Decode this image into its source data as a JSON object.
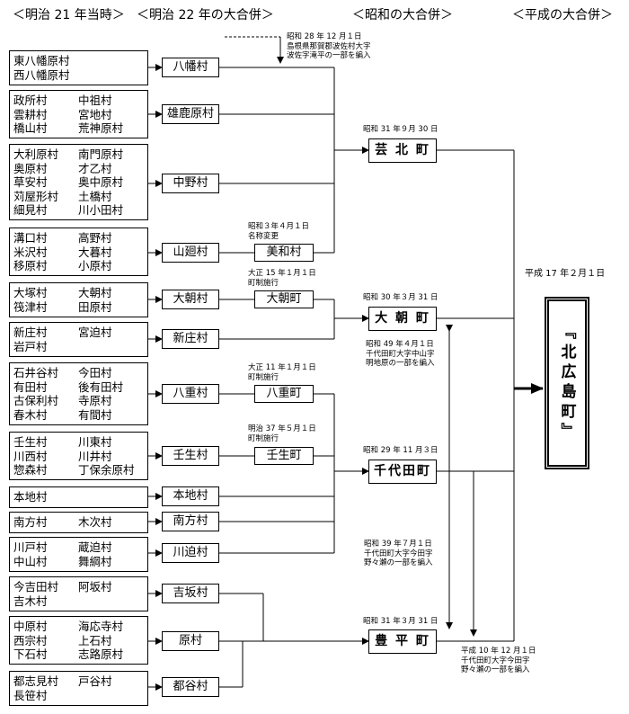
{
  "headers": {
    "meiji21": "＜明治 21 年当時＞",
    "meiji22": "＜明治 22 年の大合併＞",
    "showa": "＜昭和の大合併＞",
    "heisei": "＜平成の大合併＞"
  },
  "groups": [
    {
      "rows": [
        [
          "東八幡原村",
          ""
        ],
        [
          "西八幡原村",
          ""
        ]
      ]
    },
    {
      "rows": [
        [
          "政所村",
          "中祖村"
        ],
        [
          "雲耕村",
          "宮地村"
        ],
        [
          "橋山村",
          "荒神原村"
        ]
      ]
    },
    {
      "rows": [
        [
          "大利原村",
          "南門原村"
        ],
        [
          "奥原村",
          "才乙村"
        ],
        [
          "草安村",
          "奥中原村"
        ],
        [
          "苅屋形村",
          "土橋村"
        ],
        [
          "細見村",
          "川小田村"
        ]
      ]
    },
    {
      "rows": [
        [
          "溝口村",
          "高野村"
        ],
        [
          "米沢村",
          "大暮村"
        ],
        [
          "移原村",
          "小原村"
        ]
      ]
    },
    {
      "rows": [
        [
          "大塚村",
          "大朝村"
        ],
        [
          "筏津村",
          "田原村"
        ]
      ]
    },
    {
      "rows": [
        [
          "新庄村",
          "宮迫村"
        ],
        [
          "岩戸村",
          ""
        ]
      ]
    },
    {
      "rows": [
        [
          "石井谷村",
          "今田村"
        ],
        [
          "有田村",
          "後有田村"
        ],
        [
          "古保利村",
          "寺原村"
        ],
        [
          "春木村",
          "有間村"
        ]
      ]
    },
    {
      "rows": [
        [
          "壬生村",
          "川東村"
        ],
        [
          "川西村",
          "川井村"
        ],
        [
          "惣森村",
          "丁保余原村"
        ]
      ]
    },
    {
      "rows": [
        [
          "本地村",
          ""
        ]
      ]
    },
    {
      "rows": [
        [
          "南方村",
          "木次村"
        ]
      ]
    },
    {
      "rows": [
        [
          "川戸村",
          "蔵迫村"
        ],
        [
          "中山村",
          "舞綱村"
        ]
      ]
    },
    {
      "rows": [
        [
          "今吉田村",
          "阿坂村"
        ],
        [
          "吉木村",
          ""
        ]
      ]
    },
    {
      "rows": [
        [
          "中原村",
          "海応寺村"
        ],
        [
          "西宗村",
          "上石村"
        ],
        [
          "下石村",
          "志路原村"
        ]
      ]
    },
    {
      "rows": [
        [
          "都志見村",
          "戸谷村"
        ],
        [
          "長笹村",
          ""
        ]
      ]
    }
  ],
  "villages": [
    "八幡村",
    "雄鹿原村",
    "中野村",
    "山廻村",
    "大朝村",
    "新庄村",
    "八重村",
    "壬生村",
    "本地村",
    "南方村",
    "川迫村",
    "吉坂村",
    "原村",
    "都谷村"
  ],
  "intermediate": [
    {
      "name": "美和村",
      "note": [
        "昭和３年４月１日",
        "名称変更"
      ]
    },
    {
      "name": "大朝町",
      "note": [
        "大正 15 年１月１日",
        "町制施行"
      ]
    },
    {
      "name": "八重町",
      "note": [
        "大正 11 年１月１日",
        "町制施行"
      ]
    },
    {
      "name": "壬生町",
      "note": [
        "明治 37 年５月１日",
        "町制施行"
      ]
    }
  ],
  "towns": [
    {
      "name": "芸 北 町",
      "date": "昭和 31 年９月 30 日"
    },
    {
      "name": "大 朝 町",
      "date": "昭和 30 年３月 31 日"
    },
    {
      "name": "千代田町",
      "date": "昭和 29 年 11 月３日"
    },
    {
      "name": "豊 平 町",
      "date": "昭和 31 年３月 31 日"
    }
  ],
  "notes": {
    "shimane": [
      "昭和 28 年 12 月１日",
      "島根県那賀郡波佐村大字",
      "波佐字滝平の一部を編入"
    ],
    "nakayama": [
      "昭和 49 年４月１日",
      "千代田町大字中山字",
      "明地原の一部を編入"
    ],
    "nonose": [
      "昭和 39 年７月１日",
      "千代田町大字今田字",
      "野々瀬の一部を編入"
    ],
    "heisei10": [
      "平成 10 年 12 月１日",
      "千代田町大字今田字",
      "野々瀬の一部を編入"
    ]
  },
  "final": {
    "date": "平成 17 年２月１日",
    "name": "『北広島町』"
  }
}
